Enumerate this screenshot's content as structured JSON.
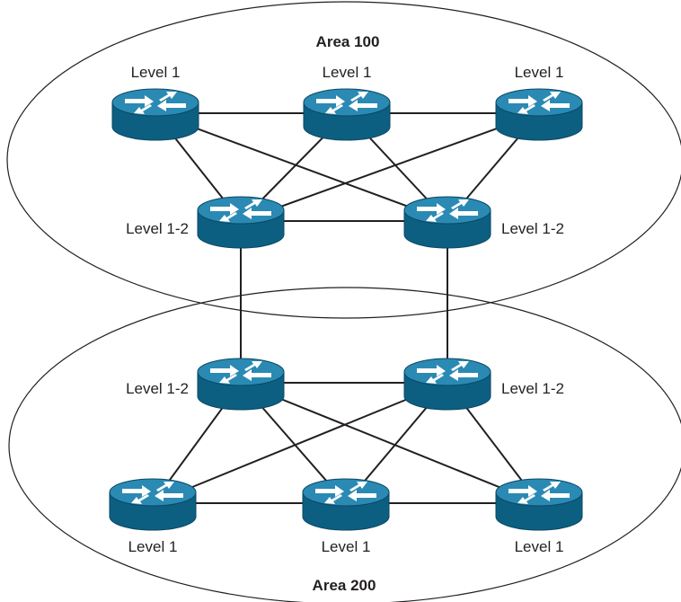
{
  "areas": [
    {
      "id": "a100",
      "title": "Area 100"
    },
    {
      "id": "a200",
      "title": "Area 200"
    }
  ],
  "routers": [
    {
      "id": "r1",
      "label": "Level 1",
      "area": "a100",
      "icon": "router-icon"
    },
    {
      "id": "r2",
      "label": "Level 1",
      "area": "a100",
      "icon": "router-icon"
    },
    {
      "id": "r3",
      "label": "Level 1",
      "area": "a100",
      "icon": "router-icon"
    },
    {
      "id": "r4",
      "label": "Level 1-2",
      "area": "a100",
      "icon": "router-icon"
    },
    {
      "id": "r5",
      "label": "Level 1-2",
      "area": "a100",
      "icon": "router-icon"
    },
    {
      "id": "r6",
      "label": "Level 1-2",
      "area": "a200",
      "icon": "router-icon"
    },
    {
      "id": "r7",
      "label": "Level 1-2",
      "area": "a200",
      "icon": "router-icon"
    },
    {
      "id": "r8",
      "label": "Level 1",
      "area": "a200",
      "icon": "router-icon"
    },
    {
      "id": "r9",
      "label": "Level 1",
      "area": "a200",
      "icon": "router-icon"
    },
    {
      "id": "r10",
      "label": "Level 1",
      "area": "a200",
      "icon": "router-icon"
    }
  ],
  "links": [
    [
      "r1",
      "r2"
    ],
    [
      "r2",
      "r3"
    ],
    [
      "r1",
      "r4"
    ],
    [
      "r1",
      "r5"
    ],
    [
      "r2",
      "r4"
    ],
    [
      "r2",
      "r5"
    ],
    [
      "r3",
      "r4"
    ],
    [
      "r3",
      "r5"
    ],
    [
      "r4",
      "r5"
    ],
    [
      "r4",
      "r6"
    ],
    [
      "r5",
      "r7"
    ],
    [
      "r6",
      "r7"
    ],
    [
      "r6",
      "r8"
    ],
    [
      "r6",
      "r9"
    ],
    [
      "r6",
      "r10"
    ],
    [
      "r7",
      "r8"
    ],
    [
      "r7",
      "r9"
    ],
    [
      "r7",
      "r10"
    ],
    [
      "r8",
      "r9"
    ],
    [
      "r9",
      "r10"
    ]
  ],
  "colors": {
    "router_top": "#2a8ab3",
    "router_side": "#0d5f82",
    "router_edge": "#0a4763",
    "line": "#231f20"
  }
}
